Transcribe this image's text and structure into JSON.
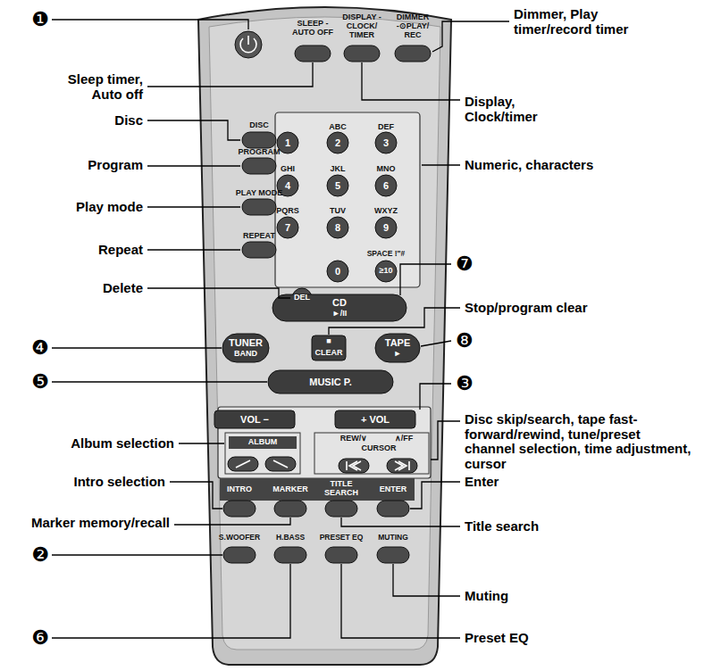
{
  "diagram": {
    "labels": [
      "❶",
      "Sleep timer, Auto off",
      "Disc",
      "Program",
      "Play mode",
      "Repeat",
      "Delete",
      "❹",
      "❺",
      "Album selection",
      "Intro selection",
      "Marker memory/recall",
      "❷",
      "❻",
      "Dimmer, Play timer/record timer",
      "Display, Clock/timer",
      "Numeric, characters",
      "❼",
      "Stop/program clear",
      "❽",
      "❸",
      "Disc skip/search, tape fast-forward/rewind, tune/preset channel selection, time adjustment, cursor",
      "Enter",
      "Title search",
      "Muting",
      "Preset EQ",
      "SLEEP -AUTO OFF",
      "DISPLAY -CLOCK/ TIMER",
      "DIMMER -⊙PLAY/ REC",
      "DISC",
      "PROGRAM",
      "PLAY MODE",
      "REPEAT",
      "ABC",
      "DEF",
      "GHI",
      "JKL",
      "MNO",
      "PQRS",
      "TUV",
      "WXYZ",
      "SPACE !\"#",
      "1",
      "2",
      "3",
      "4",
      "5",
      "6",
      "7",
      "8",
      "9",
      "0",
      "≥10",
      "DEL",
      "CD",
      "►/II",
      "TUNER",
      "BAND",
      "■",
      "CLEAR",
      "TAPE",
      "►",
      "MUSIC P.",
      "VOL −",
      "+ VOL",
      "ALBUM",
      "REW/∨",
      "∧/FF",
      "CURSOR",
      "INTRO",
      "MARKER",
      "TITLE SEARCH",
      "ENTER",
      "S.WOOFER",
      "H.BASS",
      "PRESET EQ",
      "MUTING"
    ]
  }
}
